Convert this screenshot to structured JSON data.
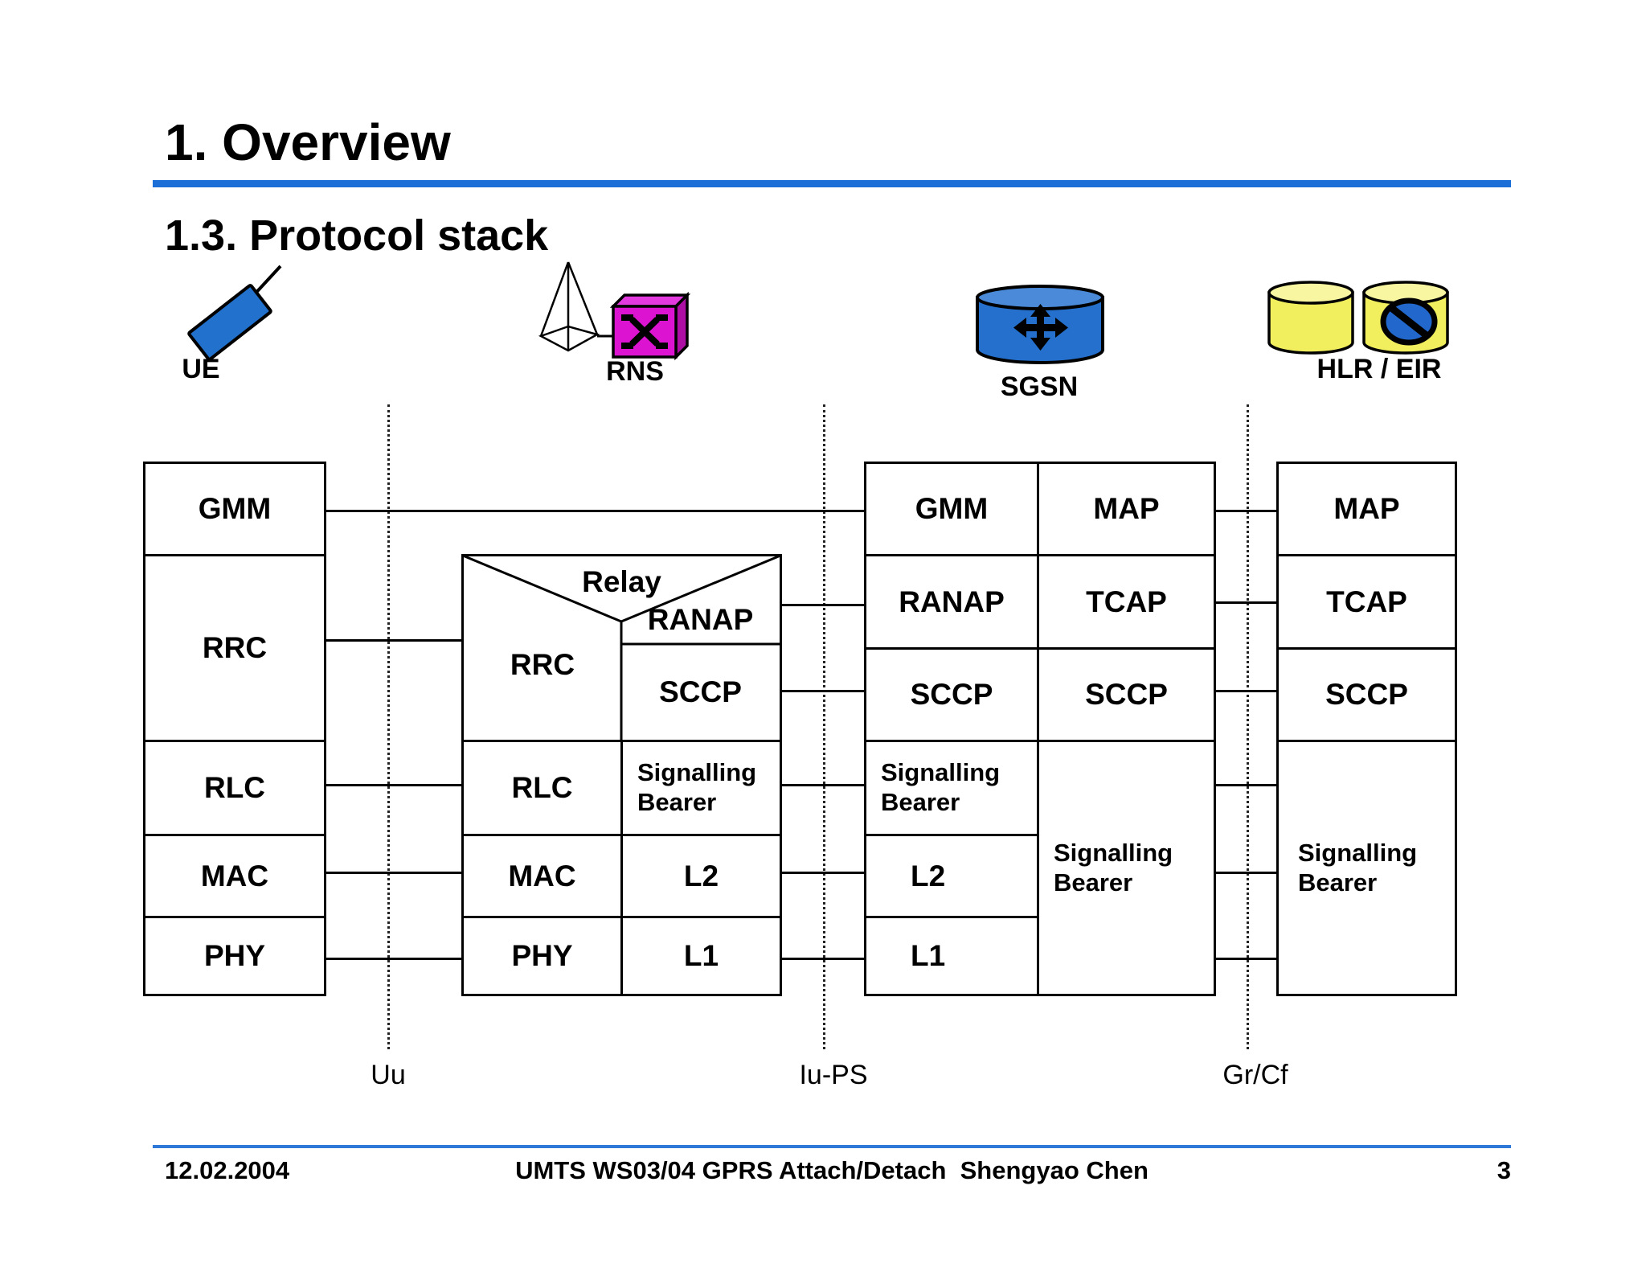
{
  "header": {
    "title": "1. Overview",
    "subtitle": "1.3. Protocol stack"
  },
  "entities": {
    "ue": "UE",
    "rns": "RNS",
    "sgsn": "SGSN",
    "hlr_eir": "HLR / EIR"
  },
  "diagram": {
    "ue_stack": {
      "gmm": "GMM",
      "rrc": "RRC",
      "rlc": "RLC",
      "mac": "MAC",
      "phy": "PHY"
    },
    "rns_stack": {
      "relay": "Relay",
      "rrc": "RRC",
      "ranap": "RANAP",
      "sccp": "SCCP",
      "rlc": "RLC",
      "sig_bearer": "Signalling Bearer",
      "mac": "MAC",
      "l2": "L2",
      "phy": "PHY",
      "l1": "L1"
    },
    "sgsn_stack": {
      "gmm": "GMM",
      "ranap": "RANAP",
      "sccp_left": "SCCP",
      "sig_bearer_left": "Signalling Bearer",
      "l2": "L2",
      "l1": "L1",
      "map": "MAP",
      "tcap": "TCAP",
      "sccp_right": "SCCP",
      "sig_bearer_right": "Signalling Bearer"
    },
    "hlr_stack": {
      "map": "MAP",
      "tcap": "TCAP",
      "sccp": "SCCP",
      "sig_bearer": "Signalling Bearer"
    },
    "interfaces": {
      "uu": "Uu",
      "iu_ps": "Iu-PS",
      "gr_cf": "Gr/Cf"
    }
  },
  "footer": {
    "date": "12.02.2004",
    "title": "UMTS WS03/04 GPRS Attach/Detach  Shengyao Chen",
    "page": "3"
  },
  "colors": {
    "accent": "#1d6fd8",
    "phone_blue": "#2171cd",
    "cylinder_blue": "#2470cc",
    "cylinder_blue_top": "#4a8ad9",
    "cylinder_yellow": "#f1ef5e",
    "cylinder_yellow_top": "#f8f6a0",
    "cube_front": "#dd13d2",
    "cube_top": "#e23ade",
    "cube_side": "#ad0fa4",
    "sign_blue": "#2268cc"
  }
}
